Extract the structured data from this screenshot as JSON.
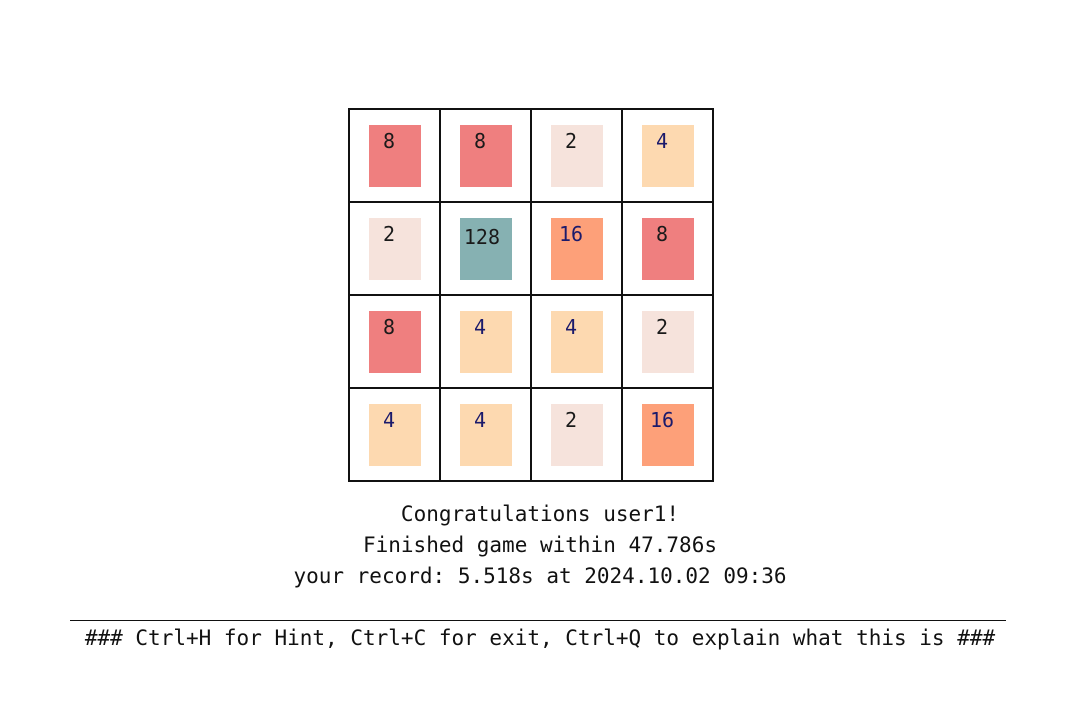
{
  "colors": {
    "2": "#f6e3dc",
    "4": "#fdd9b0",
    "8": "#ef7f7f",
    "16": "#fda079",
    "128": "#86b1b2",
    "text_dark": "#1a1a1a",
    "text_blue": "#1b1a6b"
  },
  "board": {
    "rows": [
      [
        8,
        8,
        2,
        4
      ],
      [
        2,
        128,
        16,
        8
      ],
      [
        8,
        4,
        4,
        2
      ],
      [
        4,
        4,
        2,
        16
      ]
    ]
  },
  "messages": {
    "congrats": "Congratulations user1!",
    "finished": "Finished game within 47.786s",
    "record": "your record: 5.518s at 2024.10.02 09:36"
  },
  "footer": {
    "help": "### Ctrl+H for Hint, Ctrl+C for exit, Ctrl+Q to explain what this is ###"
  }
}
